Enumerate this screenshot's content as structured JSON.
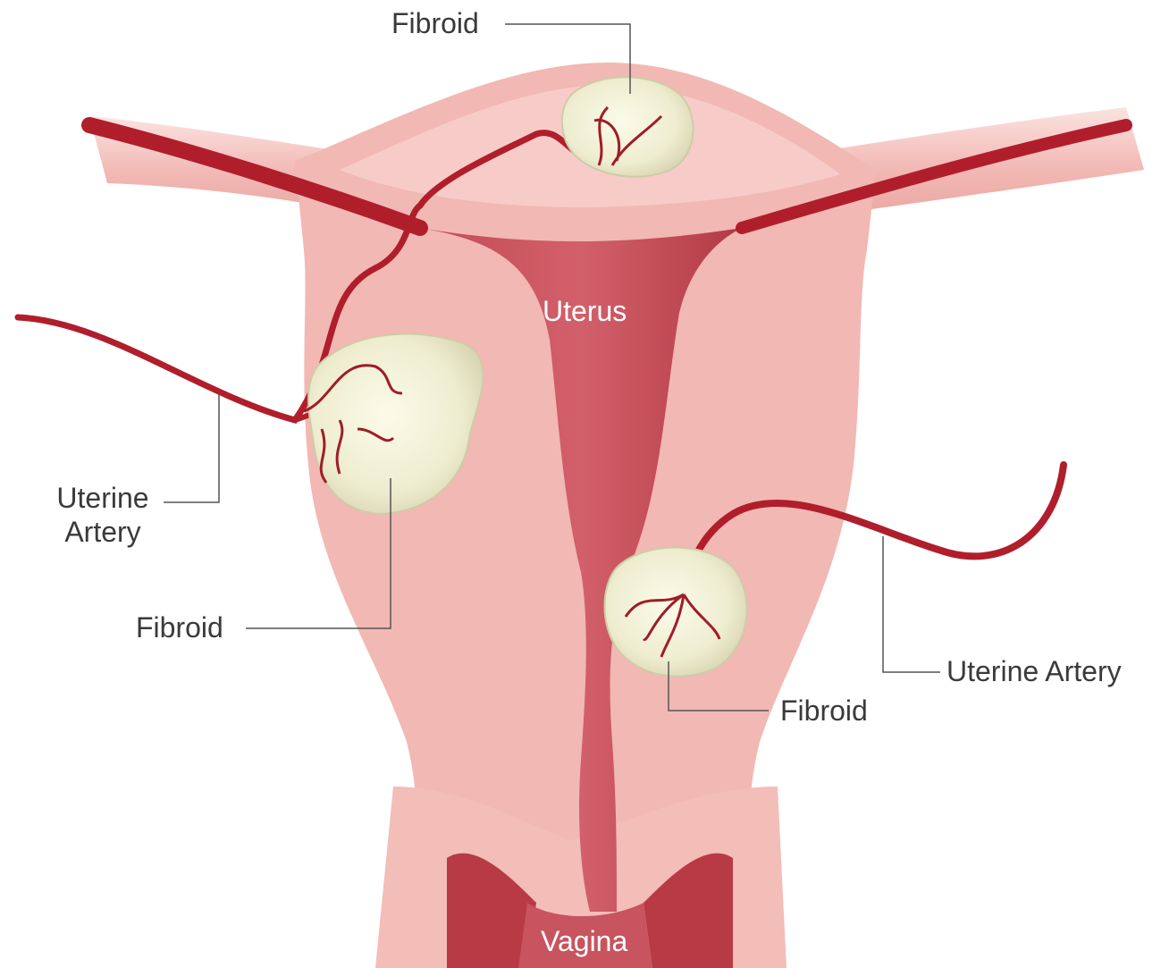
{
  "labels": {
    "fibroid_top": "Fibroid",
    "uterus": "Uterus",
    "uterine_artery_left_line1": "Uterine",
    "uterine_artery_left_line2": "Artery",
    "fibroid_left": "Fibroid",
    "uterine_artery_right": "Uterine Artery",
    "fibroid_right": "Fibroid",
    "vagina": "Vagina"
  },
  "colors": {
    "tissue_light": "#f5c4c0",
    "tissue_mid": "#eaa6a1",
    "cavity": "#b8404a",
    "artery": "#b01e2c",
    "fibroid": "#f1f0d8",
    "leader_line": "#555555",
    "label_text": "#3a3a3a"
  }
}
